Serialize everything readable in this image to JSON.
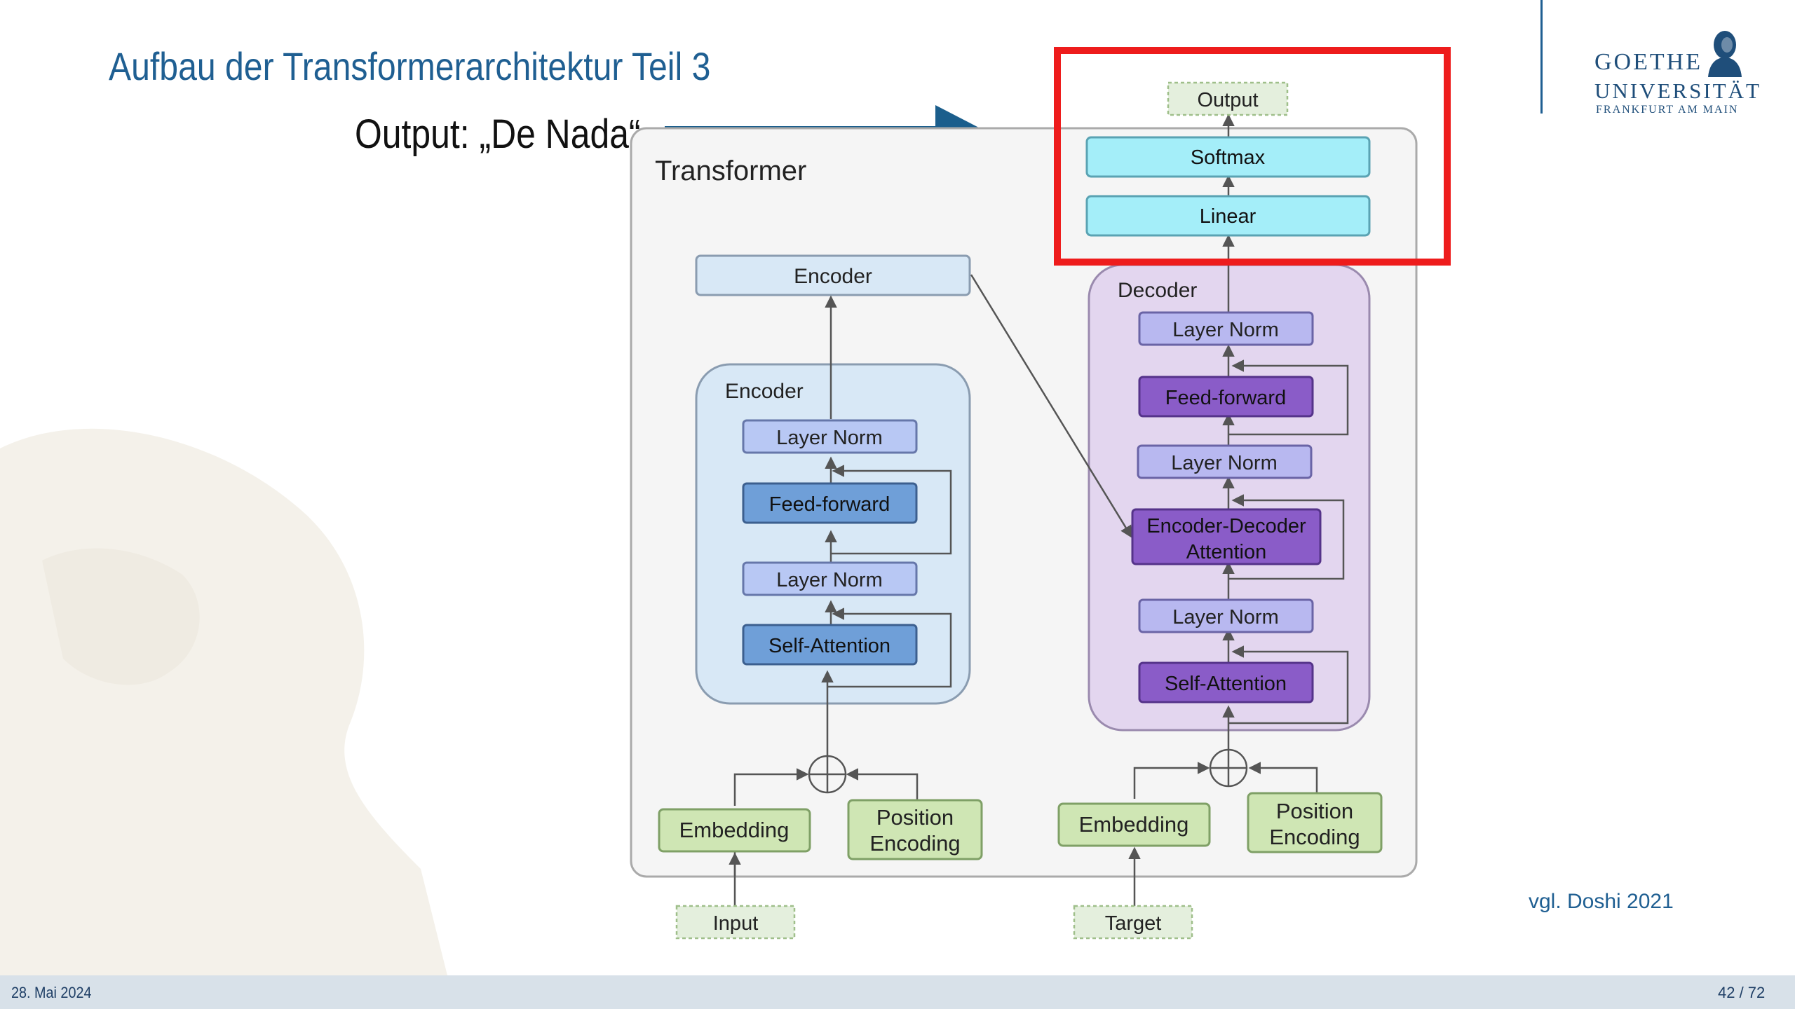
{
  "slide": {
    "title": "Aufbau der Transformerarchitektur Teil 3",
    "caption": "Output: „De Nada“",
    "source": "vgl. Doshi 2021"
  },
  "logo": {
    "line1": "GOETHE",
    "line2": "UNIVERSITÄT",
    "line3": "FRANKFURT AM MAIN"
  },
  "footer": {
    "date": "28. Mai 2024",
    "page": "42 / 72"
  },
  "diagram": {
    "transformer_label": "Transformer",
    "output": "Output",
    "softmax": "Softmax",
    "linear": "Linear",
    "encoder_stack": "Encoder",
    "encoder_block_label": "Encoder",
    "decoder_block_label": "Decoder",
    "layer_norm": "Layer Norm",
    "feed_forward": "Feed-forward",
    "self_attention": "Self-Attention",
    "enc_dec_attention_line1": "Encoder-Decoder",
    "enc_dec_attention_line2": "Attention",
    "embedding": "Embedding",
    "position_line1": "Position",
    "position_line2": "Encoding",
    "input": "Input",
    "target": "Target"
  },
  "colors": {
    "title": "#1f5f92",
    "arrow": "#1b5e8c",
    "highlight": "#ee1c1c",
    "encoder_fill": "#d8e8f6",
    "decoder_fill": "#e3d6ef",
    "embedding_fill": "#cfe6b4",
    "output_head_fill": "#a4eef9"
  }
}
